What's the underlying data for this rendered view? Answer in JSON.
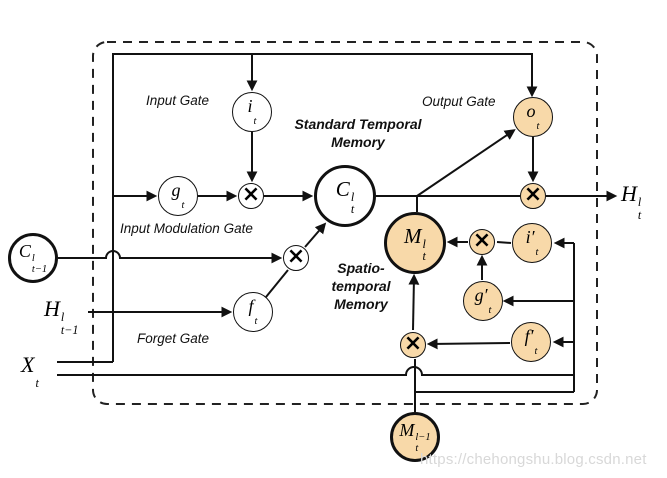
{
  "colors": {
    "node-orange": "#F8D9A9",
    "node-white": "#FFFFFF",
    "line-color": "#111111",
    "watermark-color": "#D8D8D8"
  },
  "operators": {
    "times": "×"
  },
  "labels": {
    "input_gate": "Input Gate",
    "output_gate": "Output Gate",
    "input_modulation_gate": "Input Modulation Gate",
    "forget_gate": "Forget Gate",
    "standard_temporal_memory": "Standard Temporal\nMemory",
    "spatio_temporal_memory": "Spatio-\ntemporal\nMemory"
  },
  "nodes": {
    "input_gate": {
      "main": "i",
      "sub": "t"
    },
    "input_modulation_gate": {
      "main": "g",
      "sub": "t"
    },
    "forget_gate": {
      "main": "f",
      "sub": "t"
    },
    "output_gate": {
      "main": "o",
      "sub": "t"
    },
    "input_gate_prime": {
      "main": "i′",
      "sub": "t"
    },
    "input_modulation_gate_prime": {
      "main": "g′",
      "sub": "t"
    },
    "forget_gate_prime": {
      "main": "f′",
      "sub": "t"
    },
    "temporal_memory": {
      "main": "C",
      "sup": "l",
      "sub": "t"
    },
    "spatiotemporal_memory": {
      "main": "M",
      "sup": "l",
      "sub": "t"
    },
    "temporal_memory_prev": {
      "main": "C",
      "sup": "l",
      "sub": "t−1"
    },
    "spatiotemporal_memory_below": {
      "main": "M",
      "sup": "l−1",
      "sub": "t"
    }
  },
  "io": {
    "hidden_output": {
      "main": "H",
      "sup": "l",
      "sub": "t"
    },
    "hidden_prev": {
      "main": "H",
      "sup": "l",
      "sub": "t−1"
    },
    "input": {
      "main": "X",
      "sub": "t"
    }
  },
  "watermark": "https://chehongshu.blog.csdn.net"
}
